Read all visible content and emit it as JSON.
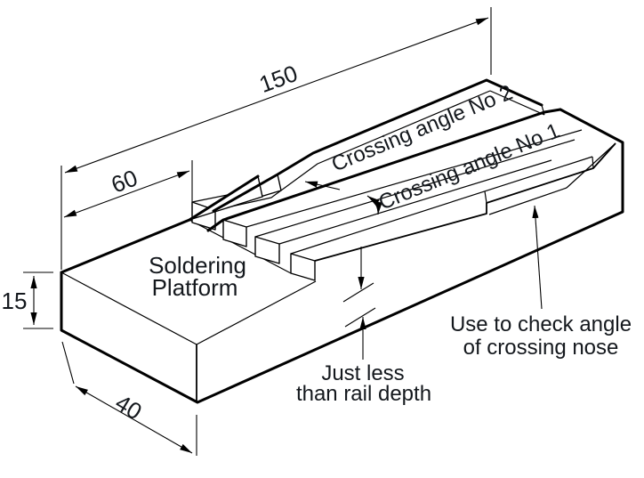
{
  "drawing": {
    "dim_length": "150",
    "dim_platform_length": "60",
    "dim_thickness": "15",
    "dim_width": "40",
    "platform_label_line1": "Soldering",
    "platform_label_line2": "Platform",
    "crossing_angle_2_label": "Crossing angle No 2",
    "crossing_angle_1_label": "Crossing angle No 1",
    "rail_depth_note_line1": "Just less",
    "rail_depth_note_line2": "than rail depth",
    "nose_check_note_line1": "Use to check angle",
    "nose_check_note_line2": "of crossing nose"
  },
  "colors": {
    "ink": "#000000",
    "text": "#14181d",
    "background": "#ffffff"
  }
}
